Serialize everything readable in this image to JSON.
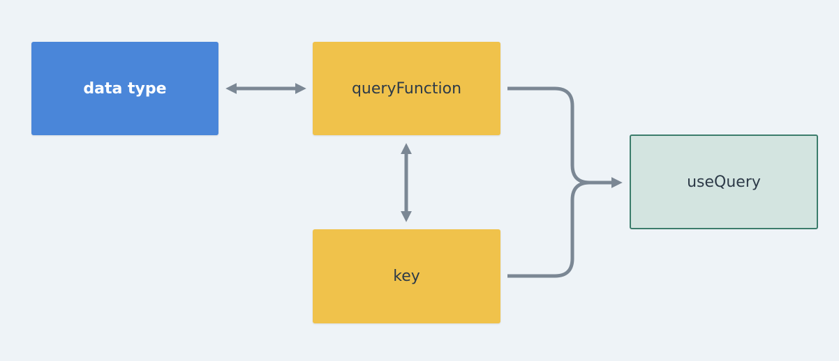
{
  "diagram": {
    "nodes": {
      "data_type": {
        "label": "data type",
        "fill": "#4a86d9"
      },
      "query_function": {
        "label": "queryFunction",
        "fill": "#f0c24b"
      },
      "key": {
        "label": "key",
        "fill": "#f0c24b"
      },
      "use_query": {
        "label": "useQuery",
        "fill": "#d3e4e0",
        "stroke": "#3b7c6b"
      }
    },
    "edges": [
      {
        "from": "data_type",
        "to": "query_function",
        "type": "bidirectional"
      },
      {
        "from": "query_function",
        "to": "key",
        "type": "bidirectional"
      },
      {
        "from": "query_function",
        "to": "use_query",
        "type": "directed"
      },
      {
        "from": "key",
        "to": "use_query",
        "type": "directed"
      }
    ],
    "edge_color": "#7b8794"
  }
}
